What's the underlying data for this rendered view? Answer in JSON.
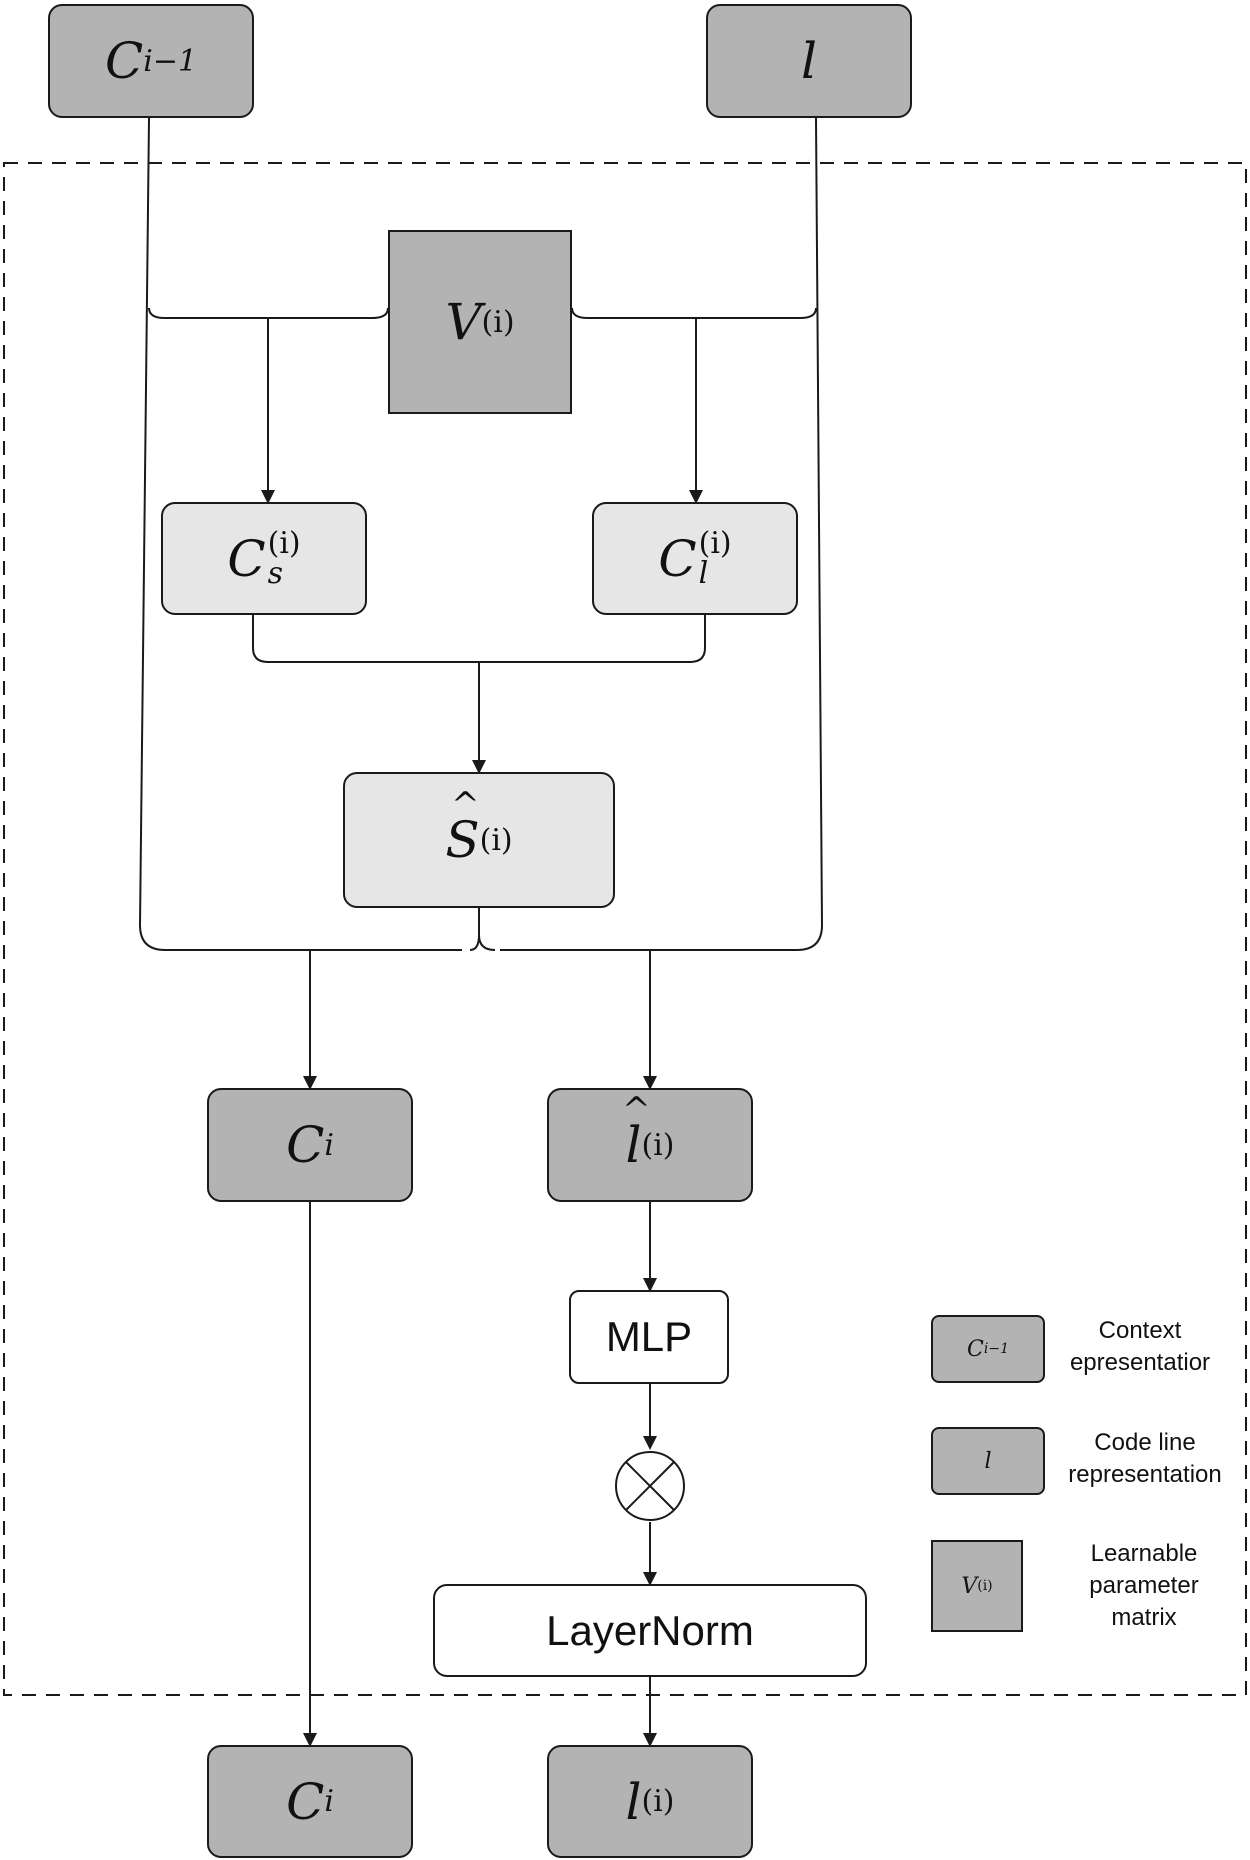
{
  "nodes": {
    "c_prev": {
      "base": "C",
      "sub": "i−1"
    },
    "l_in": {
      "base": "l"
    },
    "v_matrix": {
      "base": "V",
      "sup": "(i)"
    },
    "c_s": {
      "base": "C",
      "sub": "s",
      "sup": "(i)"
    },
    "c_l": {
      "base": "C",
      "sub": "l",
      "sup": "(i)"
    },
    "s_hat": {
      "base": "S",
      "sup": "(i)"
    },
    "c_i": {
      "base": "C",
      "sub": "i"
    },
    "l_hat": {
      "base": "l",
      "sup": "(i)"
    },
    "mlp": "MLP",
    "multiply": "⊗",
    "layernorm": "LayerNorm",
    "c_i_out": {
      "base": "C",
      "sub": "i"
    },
    "l_out": {
      "base": "l",
      "sup": "(i)"
    }
  },
  "legend": [
    {
      "symbol": {
        "base": "C",
        "sub": "i−1"
      },
      "text": [
        "Context",
        "epresentatior"
      ]
    },
    {
      "symbol": {
        "base": "l"
      },
      "text": [
        "Code line",
        "representation"
      ]
    },
    {
      "symbol": {
        "base": "V",
        "sup": "(i)"
      },
      "text": [
        "Learnable",
        "parameter",
        "matrix"
      ]
    }
  ],
  "colors": {
    "dark_fill": "#b3b3b3",
    "light_fill": "#e6e6e6",
    "stroke": "#1a1a1a"
  }
}
